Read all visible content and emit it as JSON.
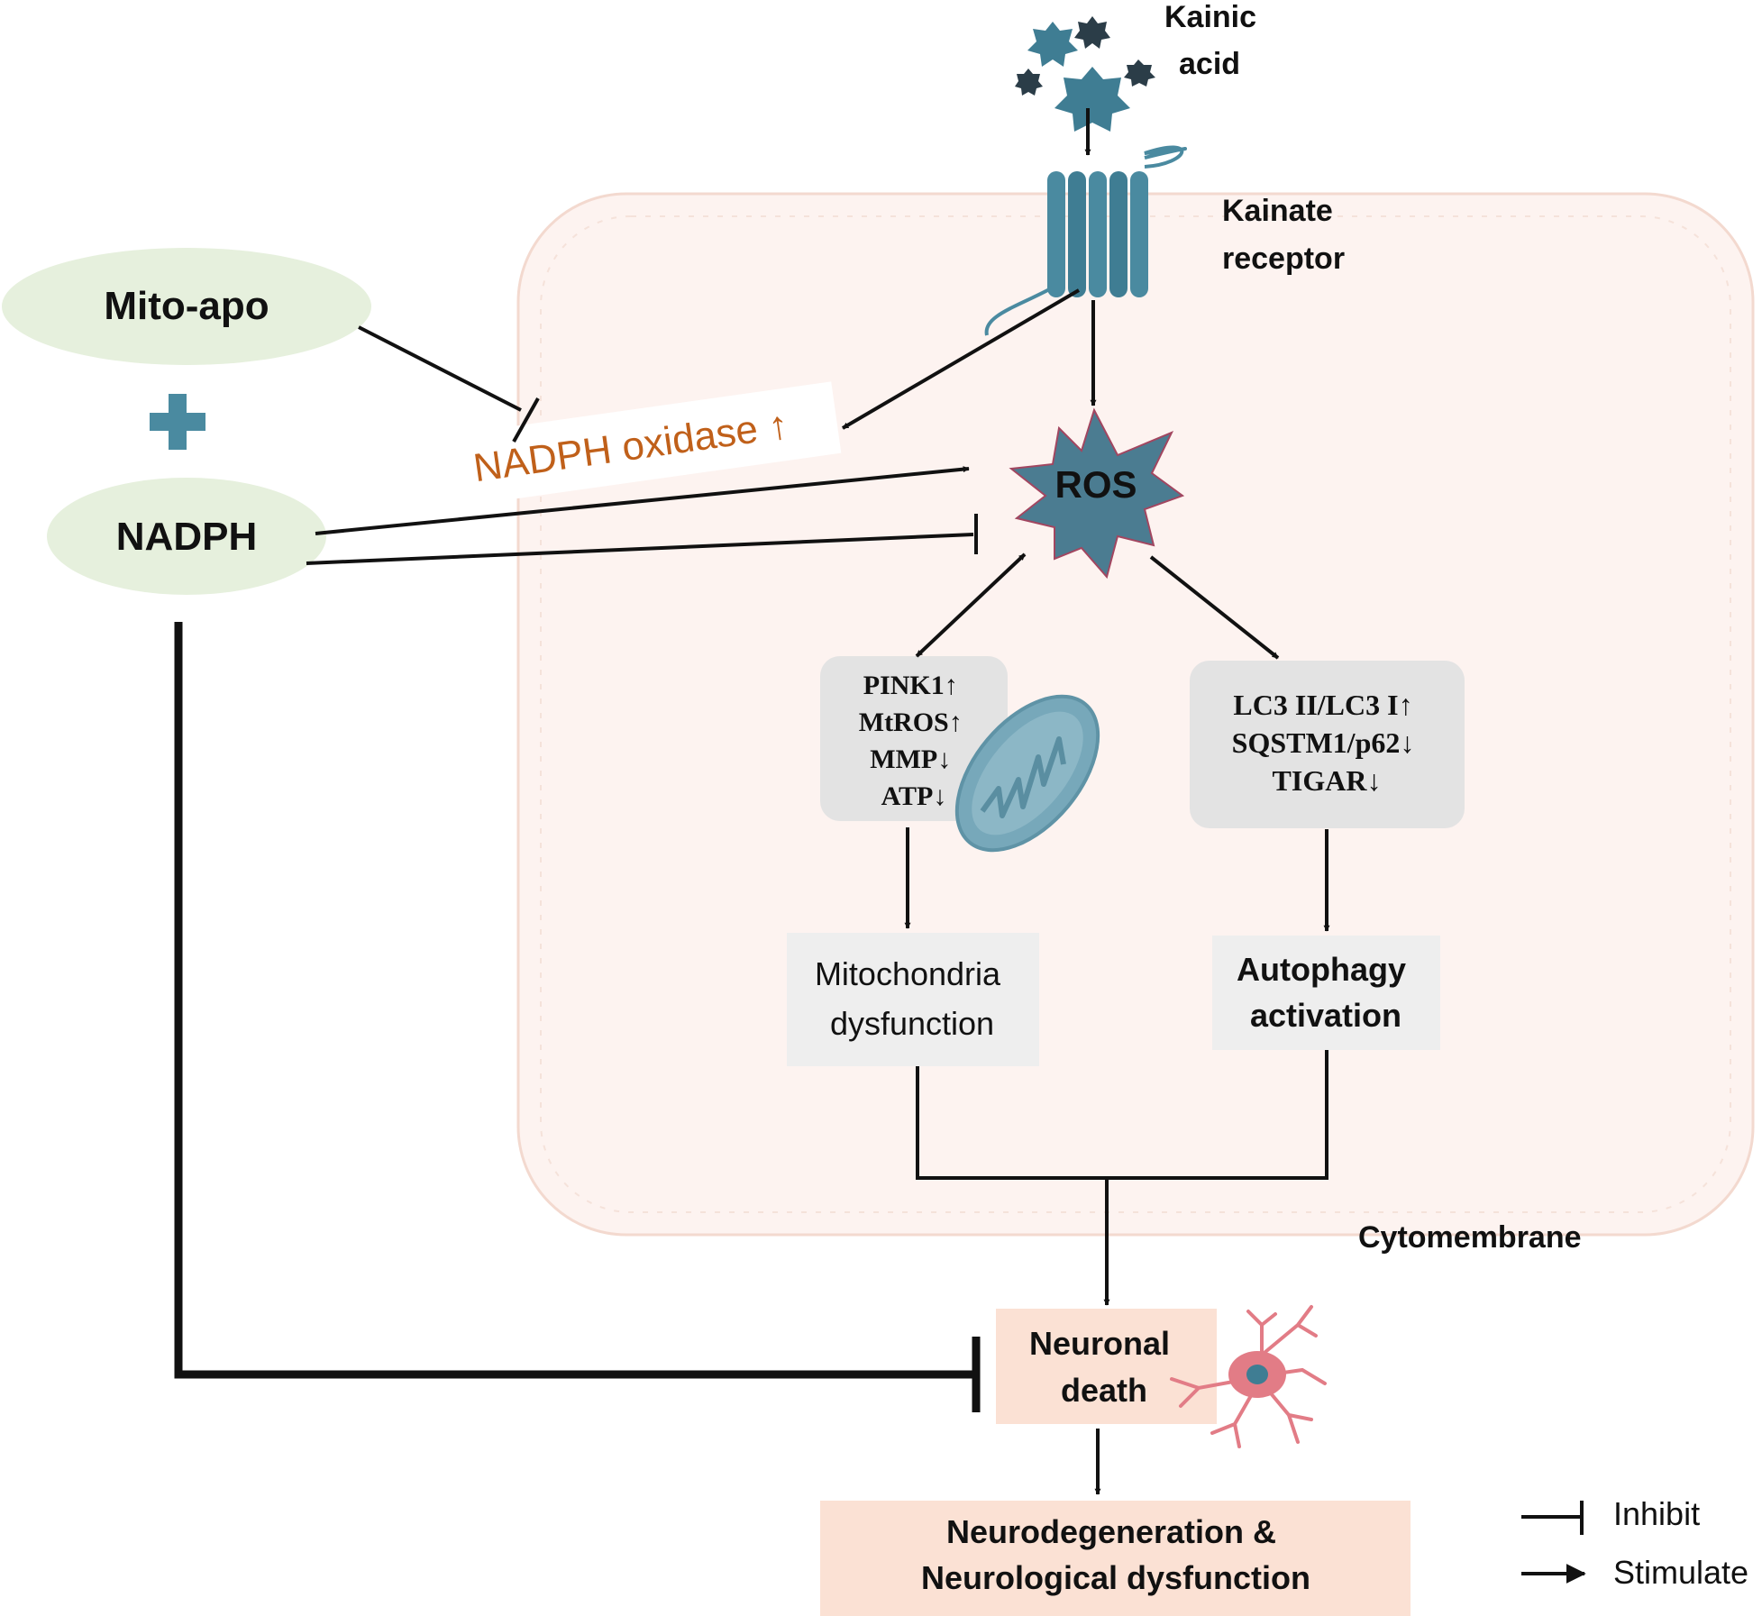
{
  "colors": {
    "accent_orange": "#c0601a",
    "receptor_teal": "#4a8aa0",
    "ros_fill": "#4b7c91",
    "membrane_fill": "#fdf3f0",
    "membrane_edge": "#f0cfc4",
    "drug_ellipse": "#e6f0dd",
    "gray_box": "#e3e3e3",
    "salmon_box": "#fbe1d4",
    "neuron_pink": "#e27c86",
    "arrow_black": "#111111"
  },
  "icons": [
    "kainic-acid-particles-icon",
    "kainate-receptor-icon",
    "plus-icon",
    "mitochondrion-icon",
    "neuron-icon"
  ],
  "labels": {
    "kainic_acid": [
      "Kainic",
      "acid"
    ],
    "kainate_receptor": [
      "Kainate",
      "receptor"
    ],
    "mito_apo": "Mito-apo",
    "nadph": "NADPH",
    "nadph_oxidase": "NADPH oxidase ↑",
    "ros": "ROS",
    "mito_markers": [
      "PINK1↑",
      "MtROS↑",
      "MMP↓",
      "ATP↓"
    ],
    "autophagy_markers": [
      "LC3 II/LC3 I↑",
      "SQSTM1/p62↓",
      "TIGAR↓"
    ],
    "mito_dysfunction": [
      "Mitochondria",
      "dysfunction"
    ],
    "autophagy_activation": [
      "Autophagy",
      "activation"
    ],
    "cytomembrane": "Cytomembrane",
    "neuronal_death": [
      "Neuronal",
      "death"
    ],
    "outcome": [
      "Neurodegeneration &",
      "Neurological dysfunction"
    ]
  },
  "legend": {
    "inhibit": "Inhibit",
    "stimulate": "Stimulate"
  }
}
